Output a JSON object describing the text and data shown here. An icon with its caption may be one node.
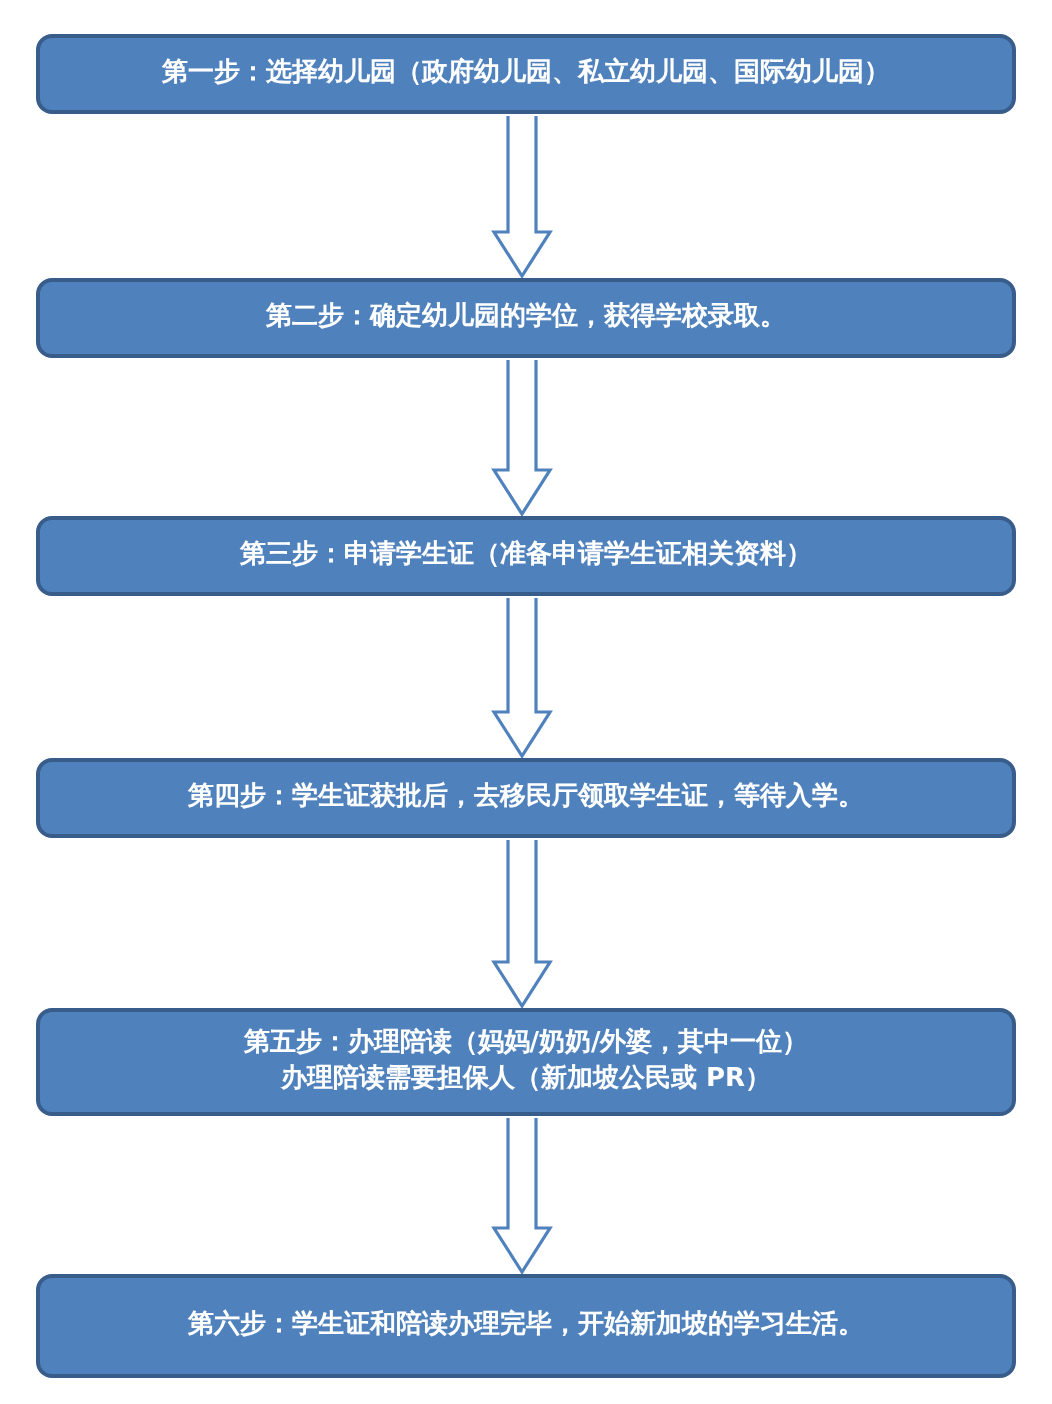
{
  "diagram": {
    "nodes": [
      {
        "text": [
          "第一步：选择幼儿园（政府幼儿园、私立幼儿园、国际幼儿园）"
        ]
      },
      {
        "text": [
          "第二步：确定幼儿园的学位，获得学校录取。"
        ]
      },
      {
        "text": [
          "第三步：申请学生证（准备申请学生证相关资料）"
        ]
      },
      {
        "text": [
          "第四步：学生证获批后，去移民厅领取学生证，等待入学。"
        ]
      },
      {
        "text": [
          "第五步：办理陪读（妈妈/奶奶/外婆，其中一位）",
          "办理陪读需要担保人（新加坡公民或 PR）"
        ]
      },
      {
        "text": [
          "第六步：学生证和陪读办理完毕，开始新加坡的学习生活。"
        ]
      }
    ],
    "edges": [
      {
        "from": 0,
        "to": 1,
        "arrow": "to"
      },
      {
        "from": 1,
        "to": 2,
        "arrow": "to"
      },
      {
        "from": 2,
        "to": 3,
        "arrow": "to"
      },
      {
        "from": 3,
        "to": 4,
        "arrow": "to"
      },
      {
        "from": 4,
        "to": 5,
        "arrow": "to"
      }
    ]
  }
}
